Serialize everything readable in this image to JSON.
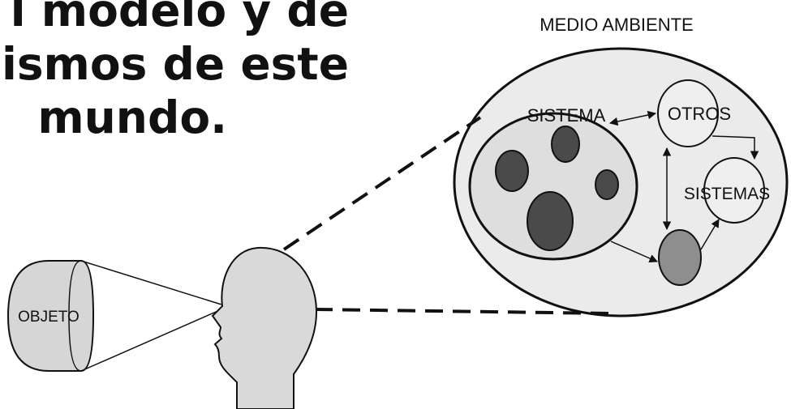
{
  "headline": {
    "line1": "l modelo y de",
    "line2": "ismos de este",
    "line3": "mundo."
  },
  "diagram": {
    "environment_label": "MEDIO AMBIENTE",
    "system_label": "SISTEMA",
    "others_label": "OTROS",
    "systems_label": "SISTEMAS",
    "object_label": "OBJETO"
  },
  "colors": {
    "environment_fill": "#ebebeb",
    "system_fill": "#dedede",
    "element_fill": "#4a4a4a",
    "gray_node_fill": "#8e8e8e",
    "head_fill": "#d9d9d9",
    "object_fill": "#d6d6d6",
    "stroke": "#111111"
  }
}
